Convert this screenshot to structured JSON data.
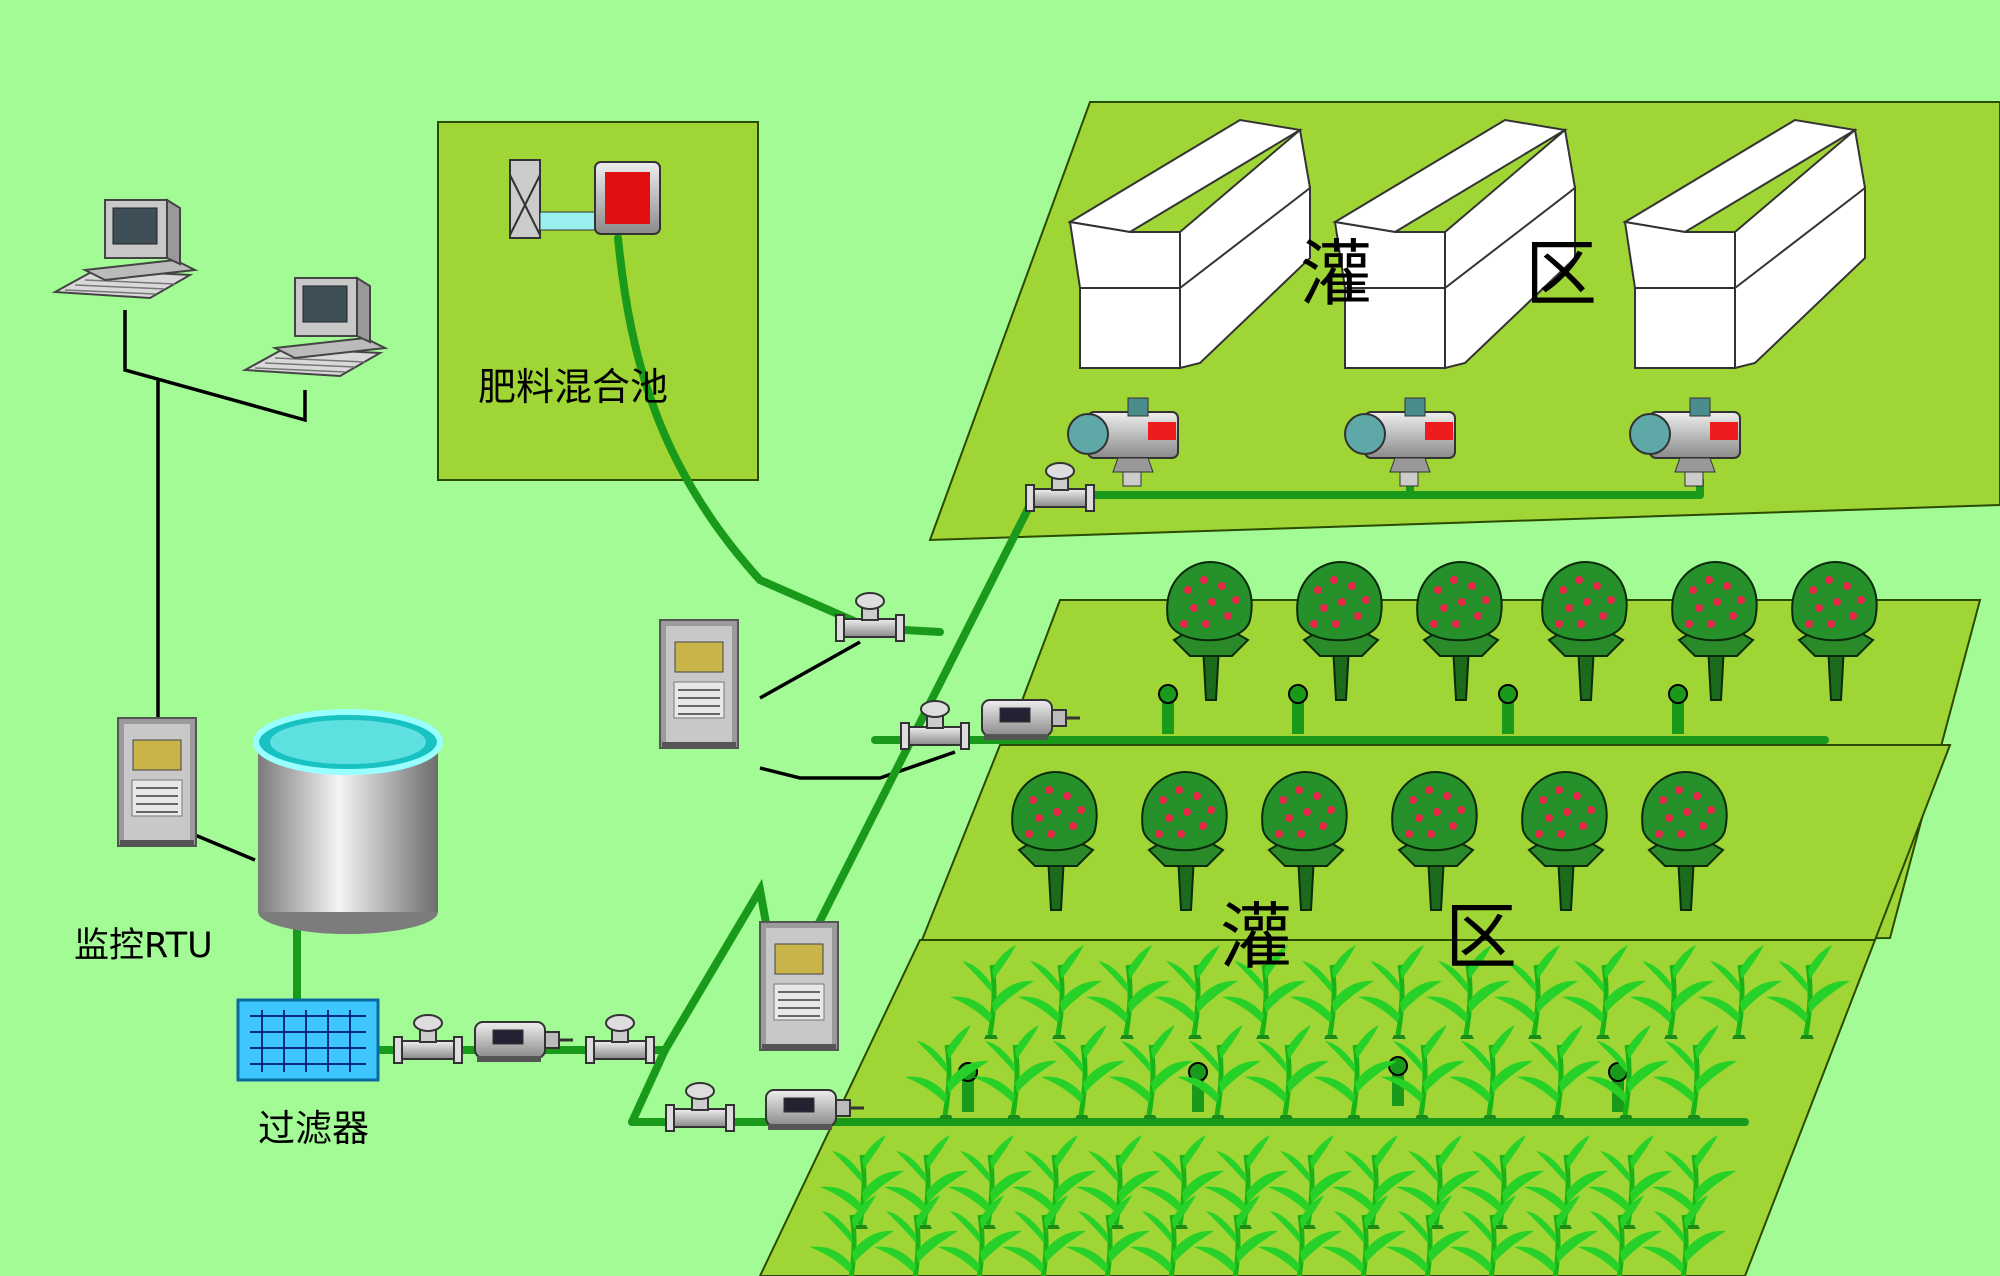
{
  "labels": {
    "fertilizer_pool": "肥料混合池",
    "monitor_rtu": "监控RTU",
    "filter": "过滤器",
    "irrigation_zone_a_left": "灌",
    "irrigation_zone_a_right": "区",
    "irrigation_zone_b_left": "灌",
    "irrigation_zone_b_right": "区"
  },
  "colors": {
    "background": "#a2fb94",
    "field": "#9fd534",
    "pipe": "#1a9a1a",
    "wire": "#000000"
  },
  "icons": [
    "computer-icon",
    "rtu-controller-icon",
    "water-tank-icon",
    "filter-icon",
    "valve-icon",
    "pump-icon",
    "greenhouse-icon",
    "fruit-tree-icon",
    "crop-plant-icon",
    "fertilizer-mixer-icon"
  ]
}
